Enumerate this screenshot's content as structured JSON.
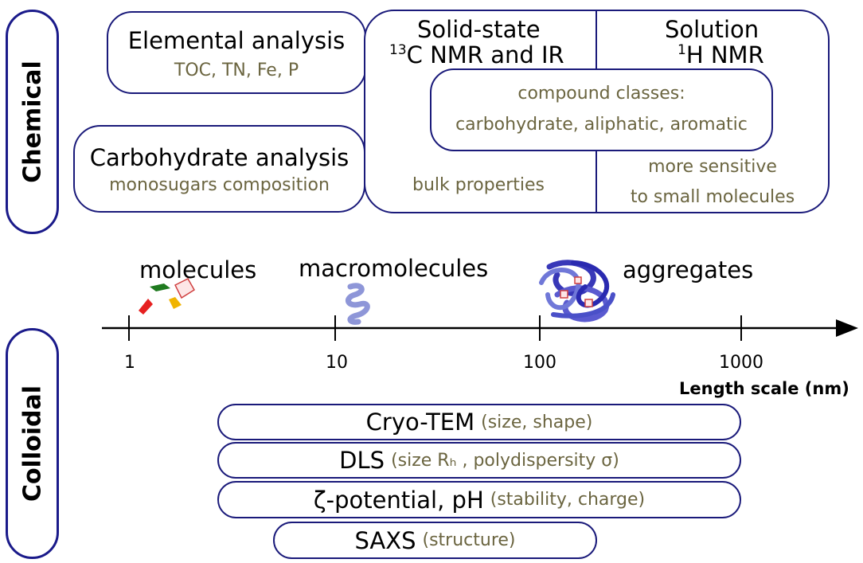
{
  "side_labels": {
    "chemical": "Chemical",
    "colloidal": "Colloidal"
  },
  "chemical": {
    "elemental": {
      "title": "Elemental analysis",
      "detail": "TOC, TN, Fe, P"
    },
    "carbohydrate": {
      "title": "Carbohydrate analysis",
      "detail": "monosugars composition"
    },
    "solid_state": {
      "line1": "Solid-state",
      "sup": "13",
      "line2": "C NMR and IR"
    },
    "solution": {
      "line1": "Solution",
      "sup": "1",
      "line2": "H NMR"
    },
    "compound_classes": {
      "line1": "compound classes:",
      "line2": "carbohydrate, aliphatic, aromatic"
    },
    "bulk": "bulk properties",
    "sensitive": {
      "line1": "more sensitive",
      "line2": "to small molecules"
    }
  },
  "scale": {
    "categories": [
      "molecules",
      "macromolecules",
      "aggregates"
    ],
    "ticks": [
      "1",
      "10",
      "100",
      "1000"
    ],
    "axis_label": "Length scale (nm)"
  },
  "colloidal": {
    "methods": [
      {
        "name": "Cryo-TEM",
        "detail": "(size, shape)"
      },
      {
        "name": "DLS",
        "detail": "(size Rₕ , polydispersity σ)"
      },
      {
        "name": "ζ-potential, pH",
        "detail": "(stability, charge)"
      },
      {
        "name": "SAXS",
        "detail": "(structure)"
      }
    ]
  },
  "colors": {
    "outline": "#1a1a7a",
    "subtext": "#6b6540"
  }
}
